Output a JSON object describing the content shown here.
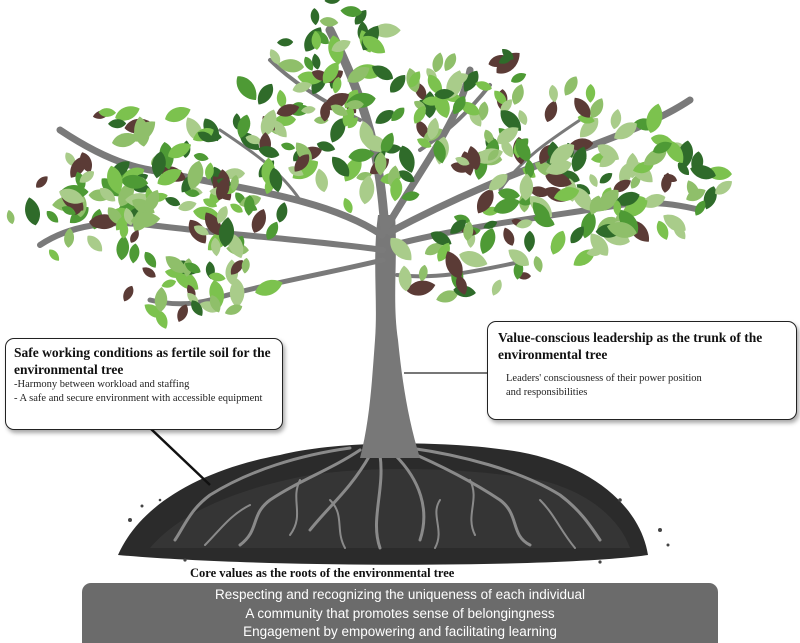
{
  "soil": {
    "title": "Safe working conditions as fertile soil for the environmental tree",
    "items": [
      "-Harmony between workload and staffing",
      "- A safe and secure environment with accessible equipment"
    ]
  },
  "trunk": {
    "title": "Value-conscious leadership as the trunk of the environmental tree",
    "items": [
      "Leaders' consciousness of their power position and responsibilities"
    ]
  },
  "roots": {
    "title": "Core values as the roots of the environmental tree",
    "values": [
      "Respecting and recognizing the uniqueness of each individual",
      "A community that promotes sense of belongingness",
      "Engagement by empowering and facilitating learning"
    ]
  },
  "colors": {
    "leaf_palette": [
      "#7cc24e",
      "#4e9a35",
      "#2f6b2a",
      "#a9cc8a",
      "#5b3b36",
      "#8fbf6a"
    ],
    "branch": "#7a7a7a",
    "soil": "#2a2a2a",
    "panel": "#6b6b6b"
  }
}
